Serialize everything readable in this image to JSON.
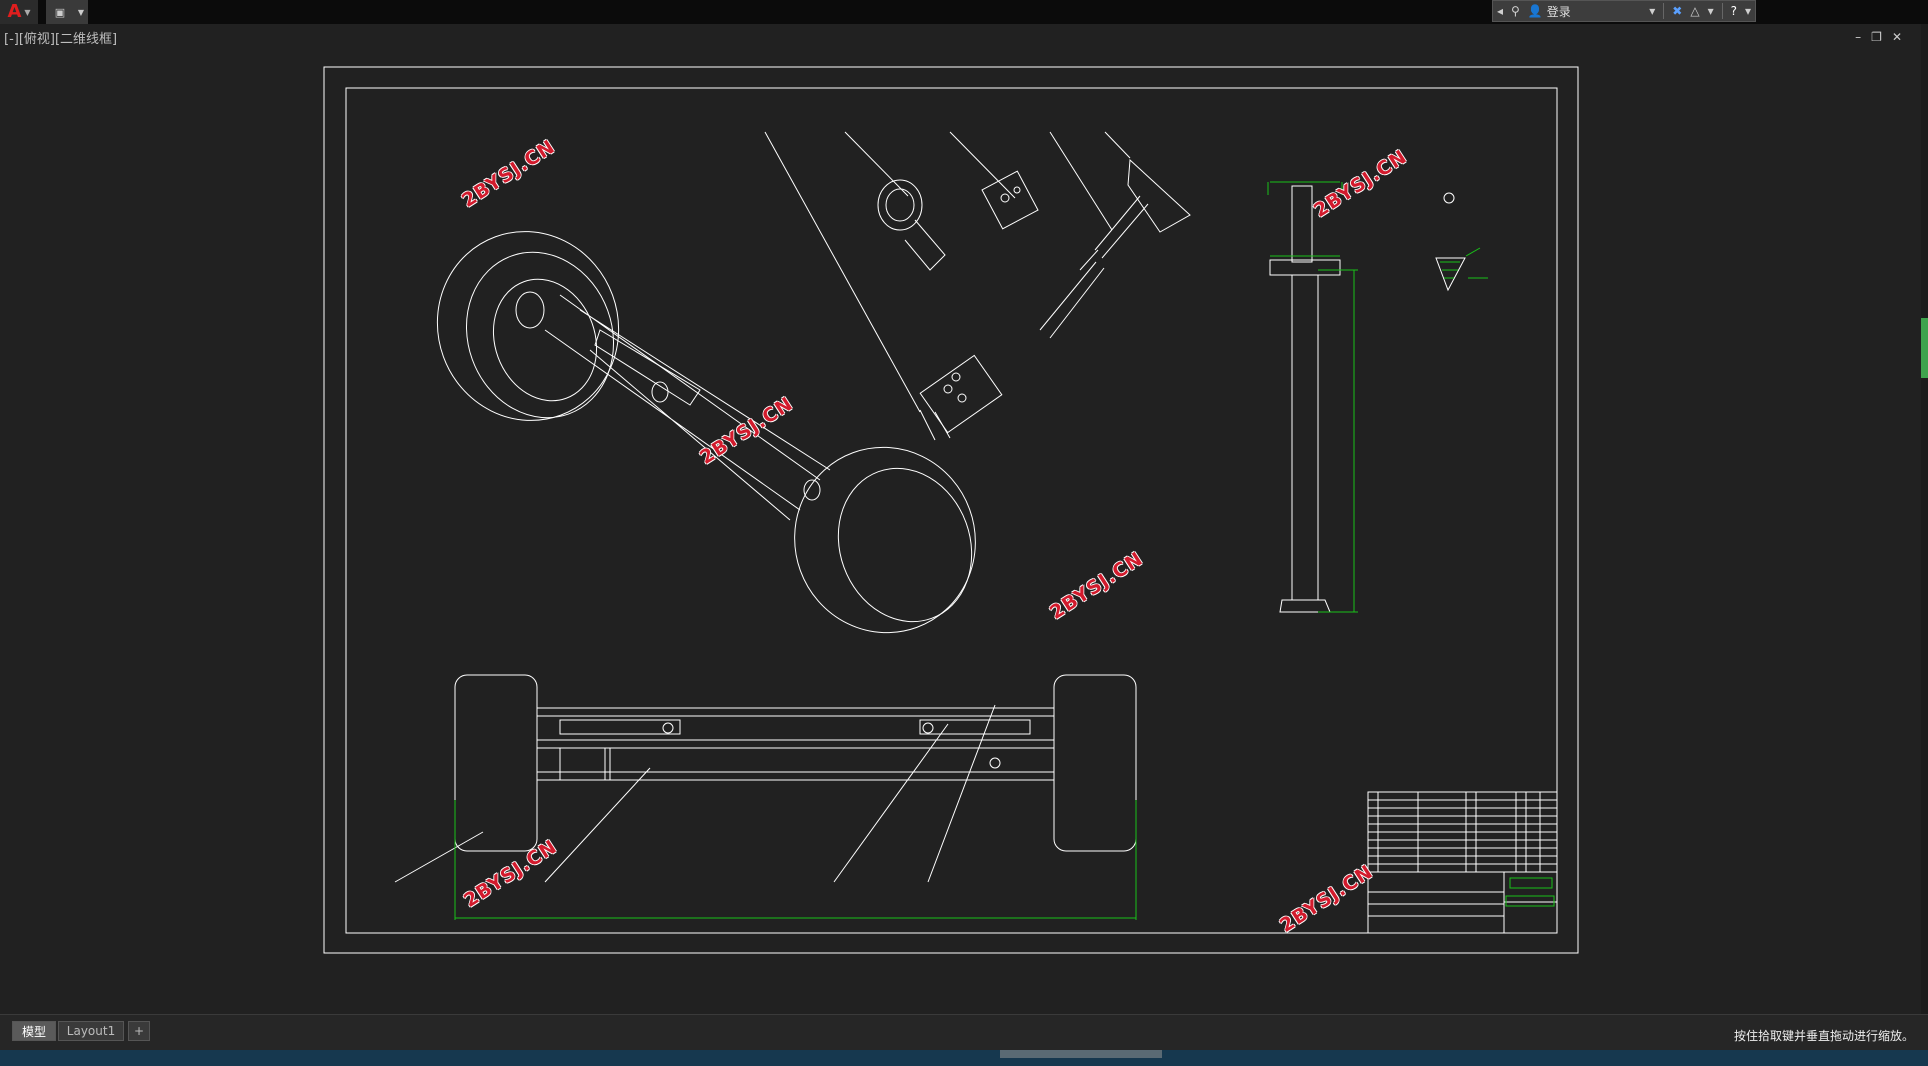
{
  "window": {
    "viewport_label": "[-][俯视][二维线框]",
    "signin_label": "登录",
    "win_min": "–",
    "win_restore": "❐",
    "win_close": "✕"
  },
  "toolbar": {
    "app_icon": "autocad-logo-icon",
    "qa_icon": "new-drawing-icon"
  },
  "watermark": "2BYSJ.CN",
  "tabs": [
    {
      "label": "模型"
    },
    {
      "label": "Layout1"
    },
    {
      "label": "+"
    }
  ],
  "status": {
    "message": "按住拾取键并垂直拖动进行缩放。"
  },
  "colors": {
    "canvas": "#212121",
    "line": "#ffffff",
    "dimension": "#19c119",
    "watermark": "#d21b2d"
  }
}
